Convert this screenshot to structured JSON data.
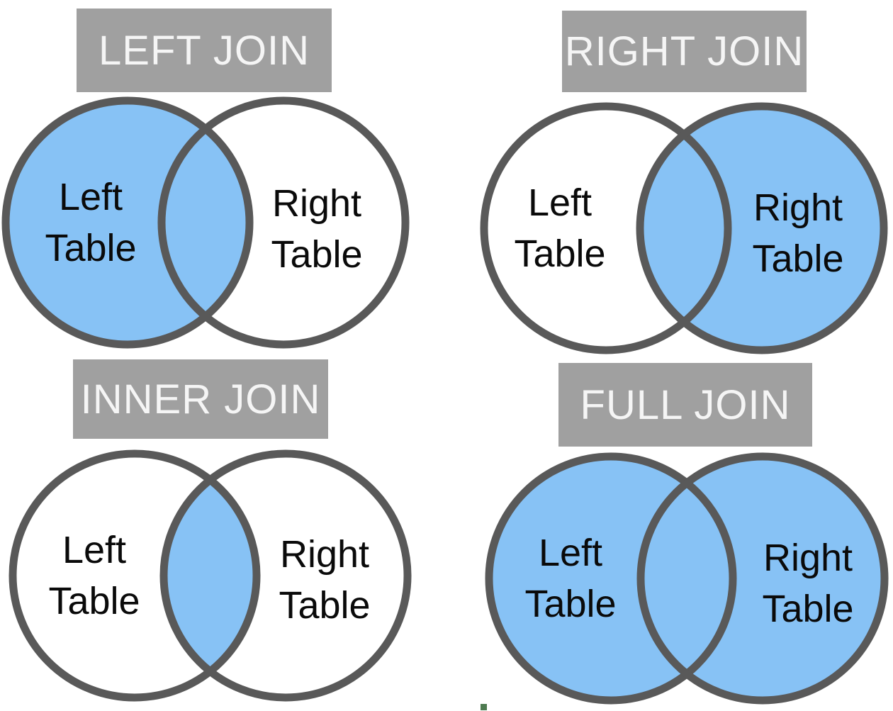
{
  "colors": {
    "background": "#ffffff",
    "venn_blue": "#87c2f5",
    "circle_outline": "#595959",
    "header_bg": "#a0a0a0",
    "header_text": "#f5f5f5",
    "label_text": "#0a0a0a",
    "artifact_green": "#4e7a50"
  },
  "diagrams": [
    {
      "title": "LEFT JOIN",
      "shade": "left",
      "left_label": {
        "line1": "Left",
        "line2": "Table"
      },
      "right_label": {
        "line1": "Right",
        "line2": "Table"
      }
    },
    {
      "title": "RIGHT JOIN",
      "shade": "right",
      "left_label": {
        "line1": "Left",
        "line2": "Table"
      },
      "right_label": {
        "line1": "Right",
        "line2": "Table"
      }
    },
    {
      "title": "INNER JOIN",
      "shade": "inner",
      "left_label": {
        "line1": "Left",
        "line2": "Table"
      },
      "right_label": {
        "line1": "Right",
        "line2": "Table"
      }
    },
    {
      "title": "FULL JOIN",
      "shade": "full",
      "left_label": {
        "line1": "Left",
        "line2": "Table"
      },
      "right_label": {
        "line1": "Right",
        "line2": "Table"
      }
    }
  ]
}
